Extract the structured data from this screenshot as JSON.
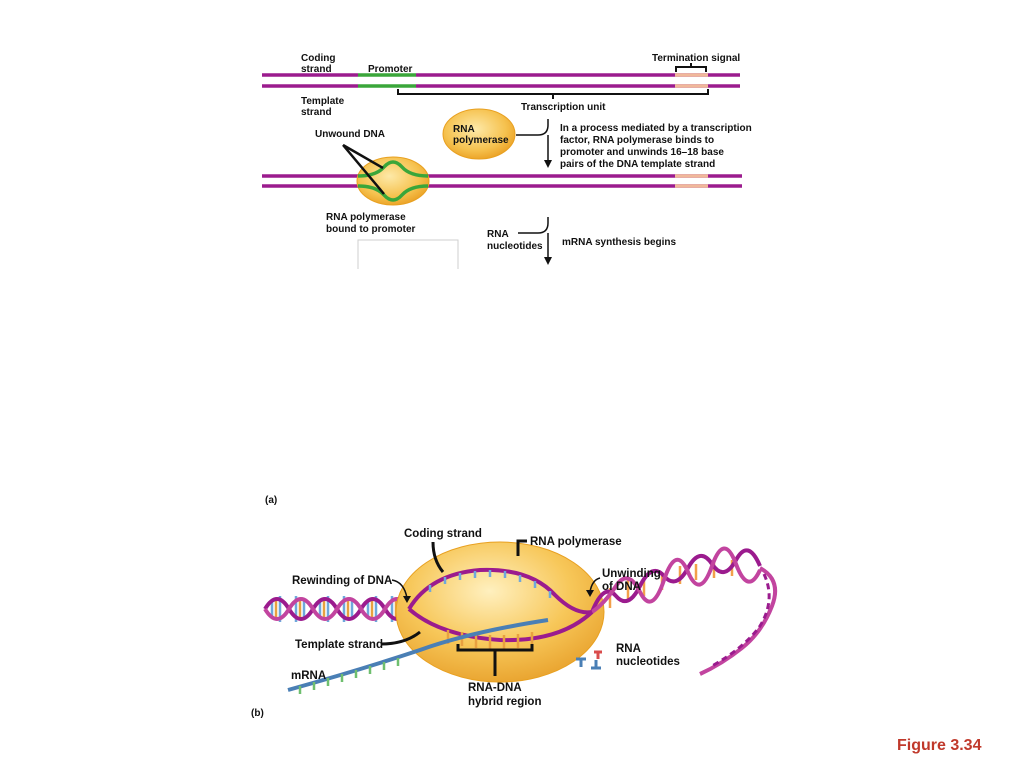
{
  "panel_a": {
    "coding_strand": [
      "Coding",
      "strand"
    ],
    "promoter": "Promoter",
    "termination_signal": "Termination signal",
    "template_strand": [
      "Template",
      "strand"
    ],
    "transcription_unit": "Transcription unit",
    "rna_polymerase": [
      "RNA",
      "polymerase"
    ],
    "step1_text": [
      "In a process mediated by a transcription",
      "factor, RNA polymerase binds to",
      "promoter and unwinds 16–18 base",
      "pairs of the DNA template strand"
    ],
    "unwound_dna": "Unwound DNA",
    "bound_label": [
      "RNA polymerase",
      "bound to promoter"
    ],
    "rna_nucleotides": [
      "RNA",
      "nucleotides"
    ],
    "step2_text": "mRNA synthesis begins",
    "panel_label": "(a)"
  },
  "panel_b": {
    "coding_strand": "Coding strand",
    "rna_polymerase": "RNA polymerase",
    "rewinding": "Rewinding of DNA",
    "unwinding": [
      "Unwinding",
      "of DNA"
    ],
    "template_strand": "Template strand",
    "rna_nucleotides": [
      "RNA",
      "nucleotides"
    ],
    "mrna": "mRNA",
    "hybrid": [
      "RNA-DNA",
      "hybrid region"
    ],
    "panel_label": "(b)"
  },
  "figure_label": "Figure 3.34",
  "colors": {
    "dna": "#9b1b8e",
    "promoter": "#3aa63a",
    "termination": "#f0b89a",
    "polymerase": "#f5c049",
    "polymerase_edge": "#e8a020",
    "mrna": "#4a7fb5",
    "figure_label": "#c0392b"
  }
}
